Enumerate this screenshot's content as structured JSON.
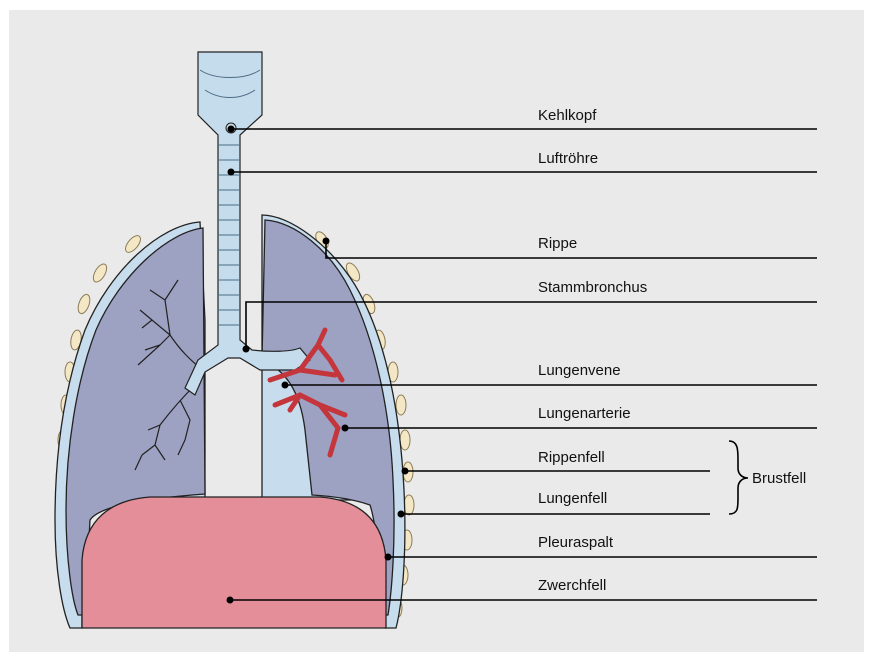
{
  "labels": {
    "kehlkopf": "Kehlkopf",
    "luftroehre": "Luftröhre",
    "rippe": "Rippe",
    "stammbronchus": "Stammbronchus",
    "lungenvene": "Lungenvene",
    "lungenarterie": "Lungenarterie",
    "rippenfell": "Rippenfell",
    "lungenfell": "Lungenfell",
    "brustfell": "Brustfell",
    "pleuraspalt": "Pleuraspalt",
    "zwerchfell": "Zwerchfell"
  },
  "colors": {
    "background": "#eaeaea",
    "lung": "#9da1c2",
    "pleura": "#c7dcec",
    "trachea": "#c4dcec",
    "diaphragm": "#e38e98",
    "rib": "#f3e7c6",
    "vessel": "#c5363c",
    "line": "#000000"
  }
}
